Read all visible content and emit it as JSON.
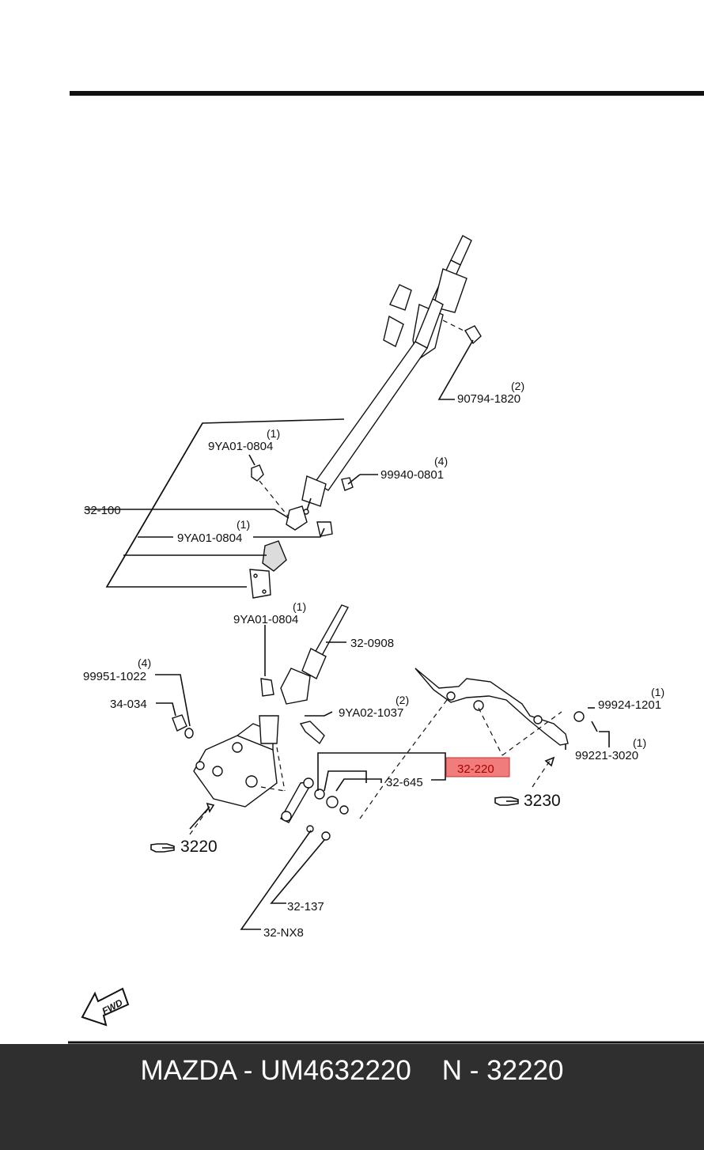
{
  "caption": "MAZDA - UM4632220    N - 32220",
  "highlight_color": "#f07c7c",
  "labels": {
    "p90794": "90794-1820",
    "q90794": "(2)",
    "p9ya01a": "9YA01-0804",
    "q9ya01a": "(1)",
    "p99940": "99940-0801",
    "q99940": "(4)",
    "p32100": "32-100",
    "p9ya01b": "9YA01-0804",
    "q9ya01b": "(1)",
    "p9ya01c": "9YA01-0804",
    "q9ya01c": "(1)",
    "p320908": "32-0908",
    "p99951": "99951-1022",
    "q99951": "(4)",
    "p34034": "34-034",
    "p9ya02": "9YA02-1037",
    "q9ya02": "(2)",
    "p99924": "99924-1201",
    "q99924": "(1)",
    "p99221": "99221-3020",
    "q99221": "(1)",
    "p32220": "32-220",
    "p32645": "32-645",
    "ref3230": "3230",
    "ref3220": "3220",
    "p32137": "32-137",
    "p32nx8": "32-NX8",
    "fwd": "FWD"
  },
  "icons": [
    "pointing-hand-icon",
    "fwd-arrow-icon"
  ]
}
